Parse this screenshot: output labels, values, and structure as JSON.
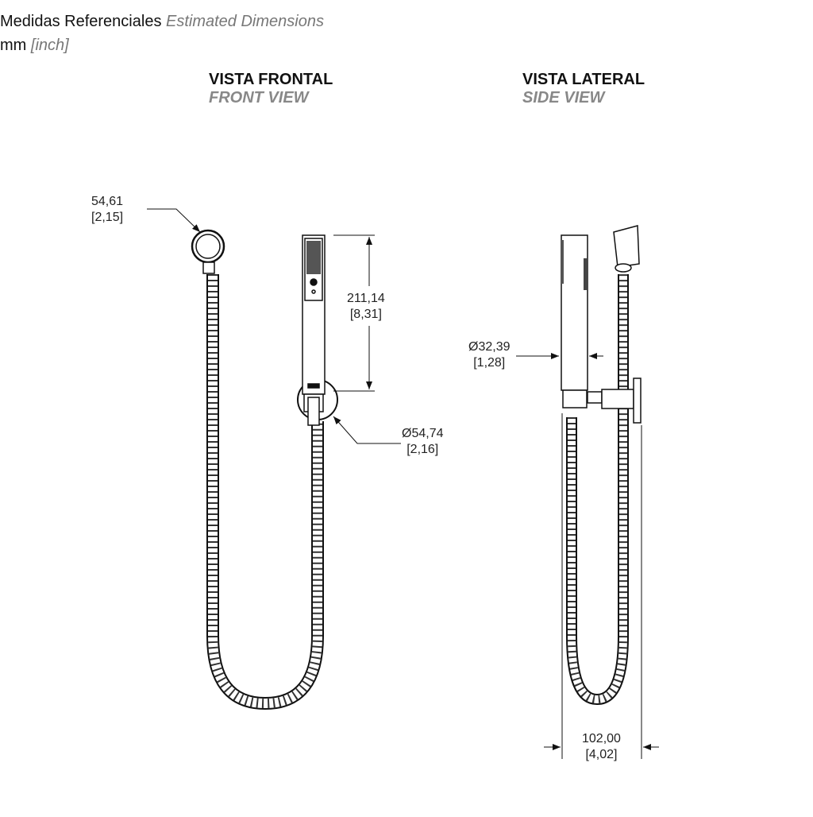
{
  "header": {
    "title_es": "Medidas Referenciales",
    "title_en": "Estimated Dimensions",
    "unit_mm": "mm",
    "unit_inch": "[inch]"
  },
  "views": {
    "front": {
      "title_es": "VISTA FRONTAL",
      "title_en": "FRONT VIEW"
    },
    "side": {
      "title_es": "VISTA LATERAL",
      "title_en": "SIDE VIEW"
    }
  },
  "dimensions": {
    "holder_width": {
      "mm": "54,61",
      "inch": "[2,15]"
    },
    "handshower_height": {
      "mm": "211,14",
      "inch": "[8,31]"
    },
    "bracket_diameter": {
      "mm": "Ø54,74",
      "inch": "[2,16]"
    },
    "handle_diameter": {
      "mm": "Ø32,39",
      "inch": "[1,28]"
    },
    "projection": {
      "mm": "102,00",
      "inch": "[4,02]"
    }
  }
}
